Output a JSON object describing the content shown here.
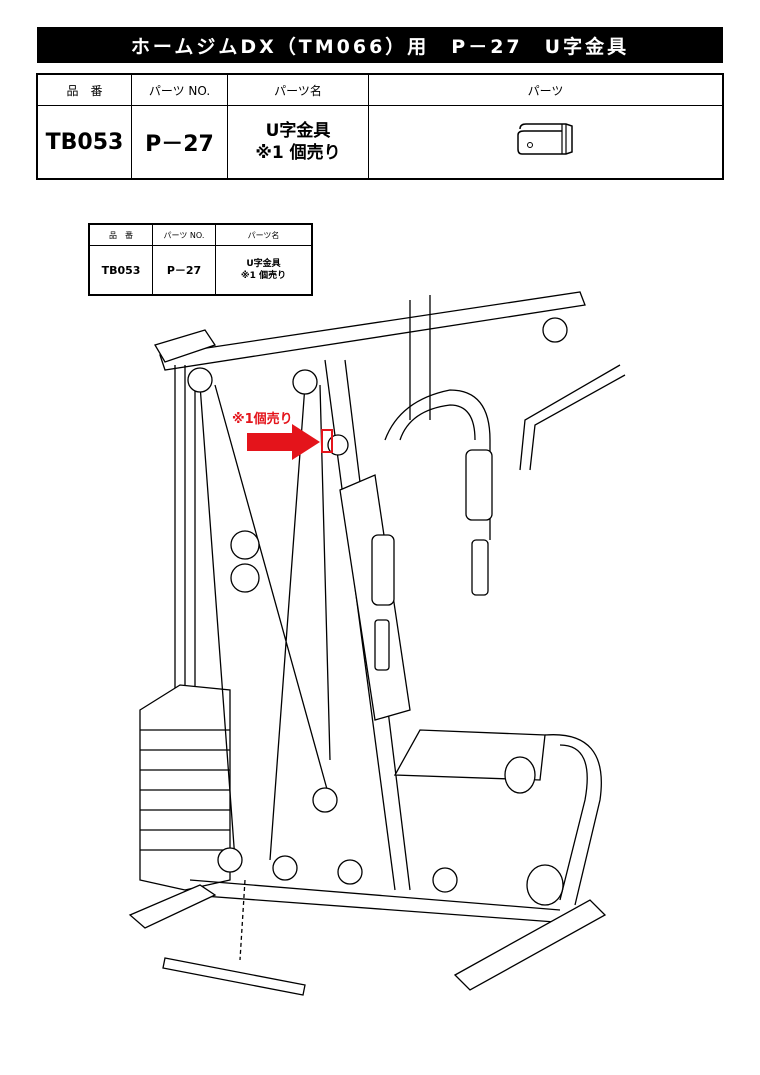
{
  "title": "ホームジムDX（TM066）用　P－27　U字金具",
  "table": {
    "headers": [
      "品　番",
      "パーツ NO.",
      "パーツ名",
      "パーツ"
    ],
    "row": {
      "code": "TB053",
      "part_no": "P－27",
      "name_line1": "U字金具",
      "name_line2": "※1 個売り"
    }
  },
  "inset_table": {
    "headers": [
      "品　番",
      "パーツ NO.",
      "パーツ名"
    ],
    "row": {
      "code": "TB053",
      "part_no": "P－27",
      "name_line1": "U字金具",
      "name_line2": "※1 個売り"
    }
  },
  "callout": "※1個売り",
  "colors": {
    "accent": "#e4141b"
  }
}
